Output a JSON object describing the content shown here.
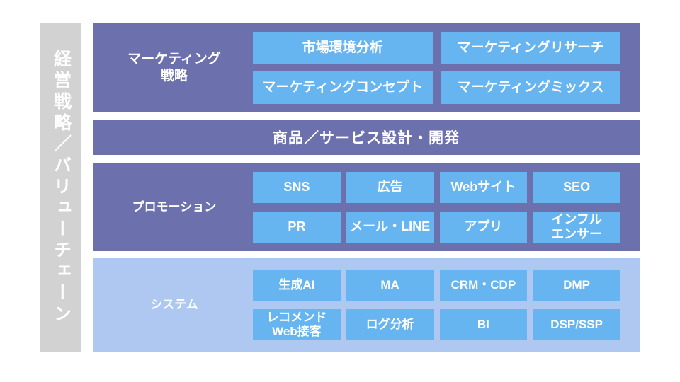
{
  "colors": {
    "background": "#ffffff",
    "side_band": "#d2d2d2",
    "row_purple": "#6c70ac",
    "row_light_blue": "#afc8f2",
    "cell_blue": "#67b5f0",
    "text_white": "#ffffff"
  },
  "sidebar": {
    "label": "経営戦略／バリューチェーン"
  },
  "rows": [
    {
      "id": "marketing-strategy",
      "label": "マーケティング\n戦略",
      "style": "purple",
      "columns": 2,
      "cells": [
        "市場環境分析",
        "マーケティングリサーチ",
        "マーケティングコンセプト",
        "マーケティングミックス"
      ]
    },
    {
      "id": "product-service",
      "label": "",
      "style": "purple",
      "banner": "商品／サービス設計・開発",
      "cells": []
    },
    {
      "id": "promotion",
      "label": "プロモーション",
      "style": "purple",
      "columns": 4,
      "cells": [
        "SNS",
        "広告",
        "Webサイト",
        "SEO",
        "PR",
        "メール・LINE",
        "アプリ",
        "インフル\nエンサー"
      ]
    },
    {
      "id": "system",
      "label": "システム",
      "style": "light-blue",
      "columns": 4,
      "cells": [
        "生成AI",
        "MA",
        "CRM・CDP",
        "DMP",
        "レコメンド\nWeb接客",
        "ログ分析",
        "BI",
        "DSP/SSP"
      ]
    }
  ]
}
